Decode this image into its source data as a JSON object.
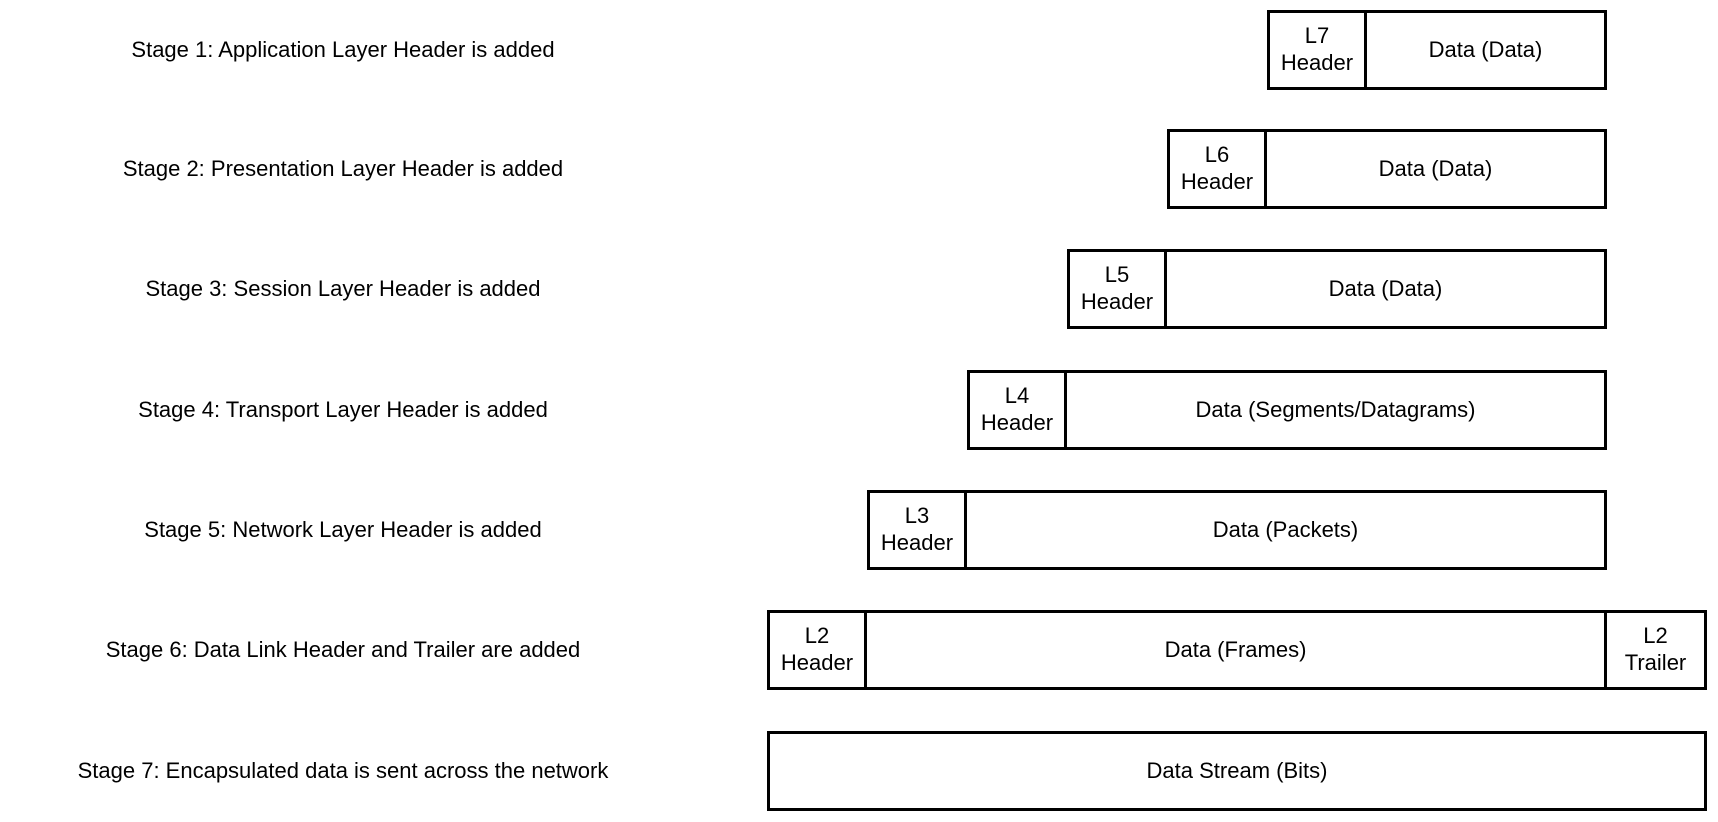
{
  "colors": {
    "background": "#ffffff",
    "border": "#000000",
    "text": "#000000"
  },
  "stages": [
    {
      "label": "Stage 1: Application Layer Header is added",
      "cells": [
        {
          "type": "header",
          "line1": "L7",
          "line2": "Header"
        },
        {
          "type": "data",
          "text": "Data (Data)"
        }
      ]
    },
    {
      "label": "Stage 2: Presentation Layer Header is added",
      "cells": [
        {
          "type": "header",
          "line1": "L6",
          "line2": "Header"
        },
        {
          "type": "data",
          "text": "Data (Data)"
        }
      ]
    },
    {
      "label": "Stage 3: Session Layer Header is added",
      "cells": [
        {
          "type": "header",
          "line1": "L5",
          "line2": "Header"
        },
        {
          "type": "data",
          "text": "Data (Data)"
        }
      ]
    },
    {
      "label": "Stage 4: Transport Layer Header is added",
      "cells": [
        {
          "type": "header",
          "line1": "L4",
          "line2": "Header"
        },
        {
          "type": "data",
          "text": "Data (Segments/Datagrams)"
        }
      ]
    },
    {
      "label": "Stage 5: Network Layer Header is added",
      "cells": [
        {
          "type": "header",
          "line1": "L3",
          "line2": "Header"
        },
        {
          "type": "data",
          "text": "Data (Packets)"
        }
      ]
    },
    {
      "label": "Stage 6: Data Link Header and Trailer are added",
      "cells": [
        {
          "type": "header",
          "line1": "L2",
          "line2": "Header"
        },
        {
          "type": "data",
          "text": "Data (Frames)"
        },
        {
          "type": "trailer",
          "line1": "L2",
          "line2": "Trailer"
        }
      ]
    },
    {
      "label": "Stage 7: Encapsulated data is sent across the network",
      "cells": [
        {
          "type": "data",
          "text": "Data Stream (Bits)"
        }
      ]
    }
  ]
}
